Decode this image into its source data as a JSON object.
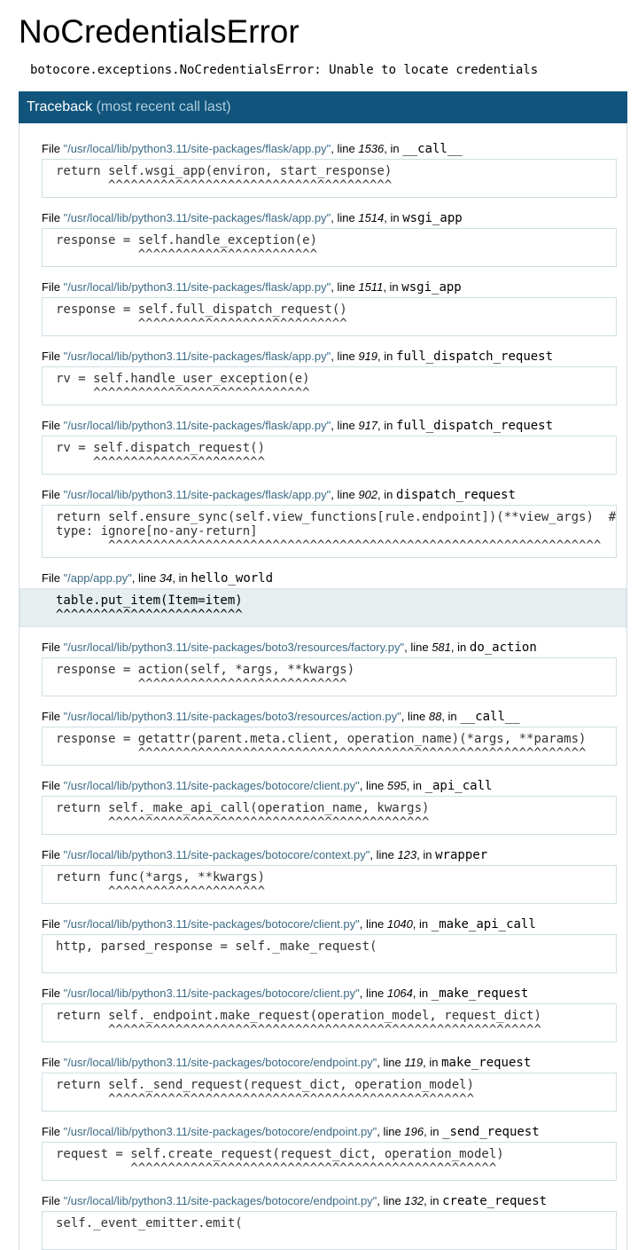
{
  "title": "NoCredentialsError",
  "error_message": "botocore.exceptions.NoCredentialsError: Unable to locate credentials",
  "traceback": {
    "label": "Traceback",
    "sub_label": "(most recent call last)",
    "frame_prefix": "File",
    "line_word": "line",
    "in_word": "in",
    "frames": [
      {
        "file": "\"/usr/local/lib/python3.11/site-packages/flask/app.py\"",
        "line": "1536",
        "func": "__call__",
        "code": "return self.wsgi_app(environ, start_response)",
        "caret": "       ^^^^^^^^^^^^^^^^^^^^^^^^^^^^^^^^^^^^^^"
      },
      {
        "file": "\"/usr/local/lib/python3.11/site-packages/flask/app.py\"",
        "line": "1514",
        "func": "wsgi_app",
        "code": "response = self.handle_exception(e)",
        "caret": "           ^^^^^^^^^^^^^^^^^^^^^^^^"
      },
      {
        "file": "\"/usr/local/lib/python3.11/site-packages/flask/app.py\"",
        "line": "1511",
        "func": "wsgi_app",
        "code": "response = self.full_dispatch_request()",
        "caret": "           ^^^^^^^^^^^^^^^^^^^^^^^^^^^^"
      },
      {
        "file": "\"/usr/local/lib/python3.11/site-packages/flask/app.py\"",
        "line": "919",
        "func": "full_dispatch_request",
        "code": "rv = self.handle_user_exception(e)",
        "caret": "     ^^^^^^^^^^^^^^^^^^^^^^^^^^^^^"
      },
      {
        "file": "\"/usr/local/lib/python3.11/site-packages/flask/app.py\"",
        "line": "917",
        "func": "full_dispatch_request",
        "code": "rv = self.dispatch_request()",
        "caret": "     ^^^^^^^^^^^^^^^^^^^^^^^"
      },
      {
        "file": "\"/usr/local/lib/python3.11/site-packages/flask/app.py\"",
        "line": "902",
        "func": "dispatch_request",
        "code": "return self.ensure_sync(self.view_functions[rule.endpoint])(**view_args)  #\ntype: ignore[no-any-return]",
        "caret": "       ^^^^^^^^^^^^^^^^^^^^^^^^^^^^^^^^^^^^^^^^^^^^^^^^^^^^^^^^^^^^^^^^^^"
      },
      {
        "file": "\"/app/app.py\"",
        "line": "34",
        "func": "hello_world",
        "code": "table.put_item(Item=item)",
        "caret": "^^^^^^^^^^^^^^^^^^^^^^^^^"
      },
      {
        "file": "\"/usr/local/lib/python3.11/site-packages/boto3/resources/factory.py\"",
        "line": "581",
        "func": "do_action",
        "code": "response = action(self, *args, **kwargs)",
        "caret": "           ^^^^^^^^^^^^^^^^^^^^^^^^^^^^"
      },
      {
        "file": "\"/usr/local/lib/python3.11/site-packages/boto3/resources/action.py\"",
        "line": "88",
        "func": "__call__",
        "code": "response = getattr(parent.meta.client, operation_name)(*args, **params)",
        "caret": "           ^^^^^^^^^^^^^^^^^^^^^^^^^^^^^^^^^^^^^^^^^^^^^^^^^^^^^^^^^^^^"
      },
      {
        "file": "\"/usr/local/lib/python3.11/site-packages/botocore/client.py\"",
        "line": "595",
        "func": "_api_call",
        "code": "return self._make_api_call(operation_name, kwargs)",
        "caret": "       ^^^^^^^^^^^^^^^^^^^^^^^^^^^^^^^^^^^^^^^^^^^"
      },
      {
        "file": "\"/usr/local/lib/python3.11/site-packages/botocore/context.py\"",
        "line": "123",
        "func": "wrapper",
        "code": "return func(*args, **kwargs)",
        "caret": "       ^^^^^^^^^^^^^^^^^^^^^"
      },
      {
        "file": "\"/usr/local/lib/python3.11/site-packages/botocore/client.py\"",
        "line": "1040",
        "func": "_make_api_call",
        "code": "http, parsed_response = self._make_request(",
        "caret": ""
      },
      {
        "file": "\"/usr/local/lib/python3.11/site-packages/botocore/client.py\"",
        "line": "1064",
        "func": "_make_request",
        "code": "return self._endpoint.make_request(operation_model, request_dict)",
        "caret": "       ^^^^^^^^^^^^^^^^^^^^^^^^^^^^^^^^^^^^^^^^^^^^^^^^^^^^^^^^^^"
      },
      {
        "file": "\"/usr/local/lib/python3.11/site-packages/botocore/endpoint.py\"",
        "line": "119",
        "func": "make_request",
        "code": "return self._send_request(request_dict, operation_model)",
        "caret": "       ^^^^^^^^^^^^^^^^^^^^^^^^^^^^^^^^^^^^^^^^^^^^^^^^^"
      },
      {
        "file": "\"/usr/local/lib/python3.11/site-packages/botocore/endpoint.py\"",
        "line": "196",
        "func": "_send_request",
        "code": "request = self.create_request(request_dict, operation_model)",
        "caret": "          ^^^^^^^^^^^^^^^^^^^^^^^^^^^^^^^^^^^^^^^^^^^^^^^^^"
      },
      {
        "file": "\"/usr/local/lib/python3.11/site-packages/botocore/endpoint.py\"",
        "line": "132",
        "func": "create_request",
        "code": "self._event_emitter.emit(",
        "caret": ""
      }
    ]
  }
}
